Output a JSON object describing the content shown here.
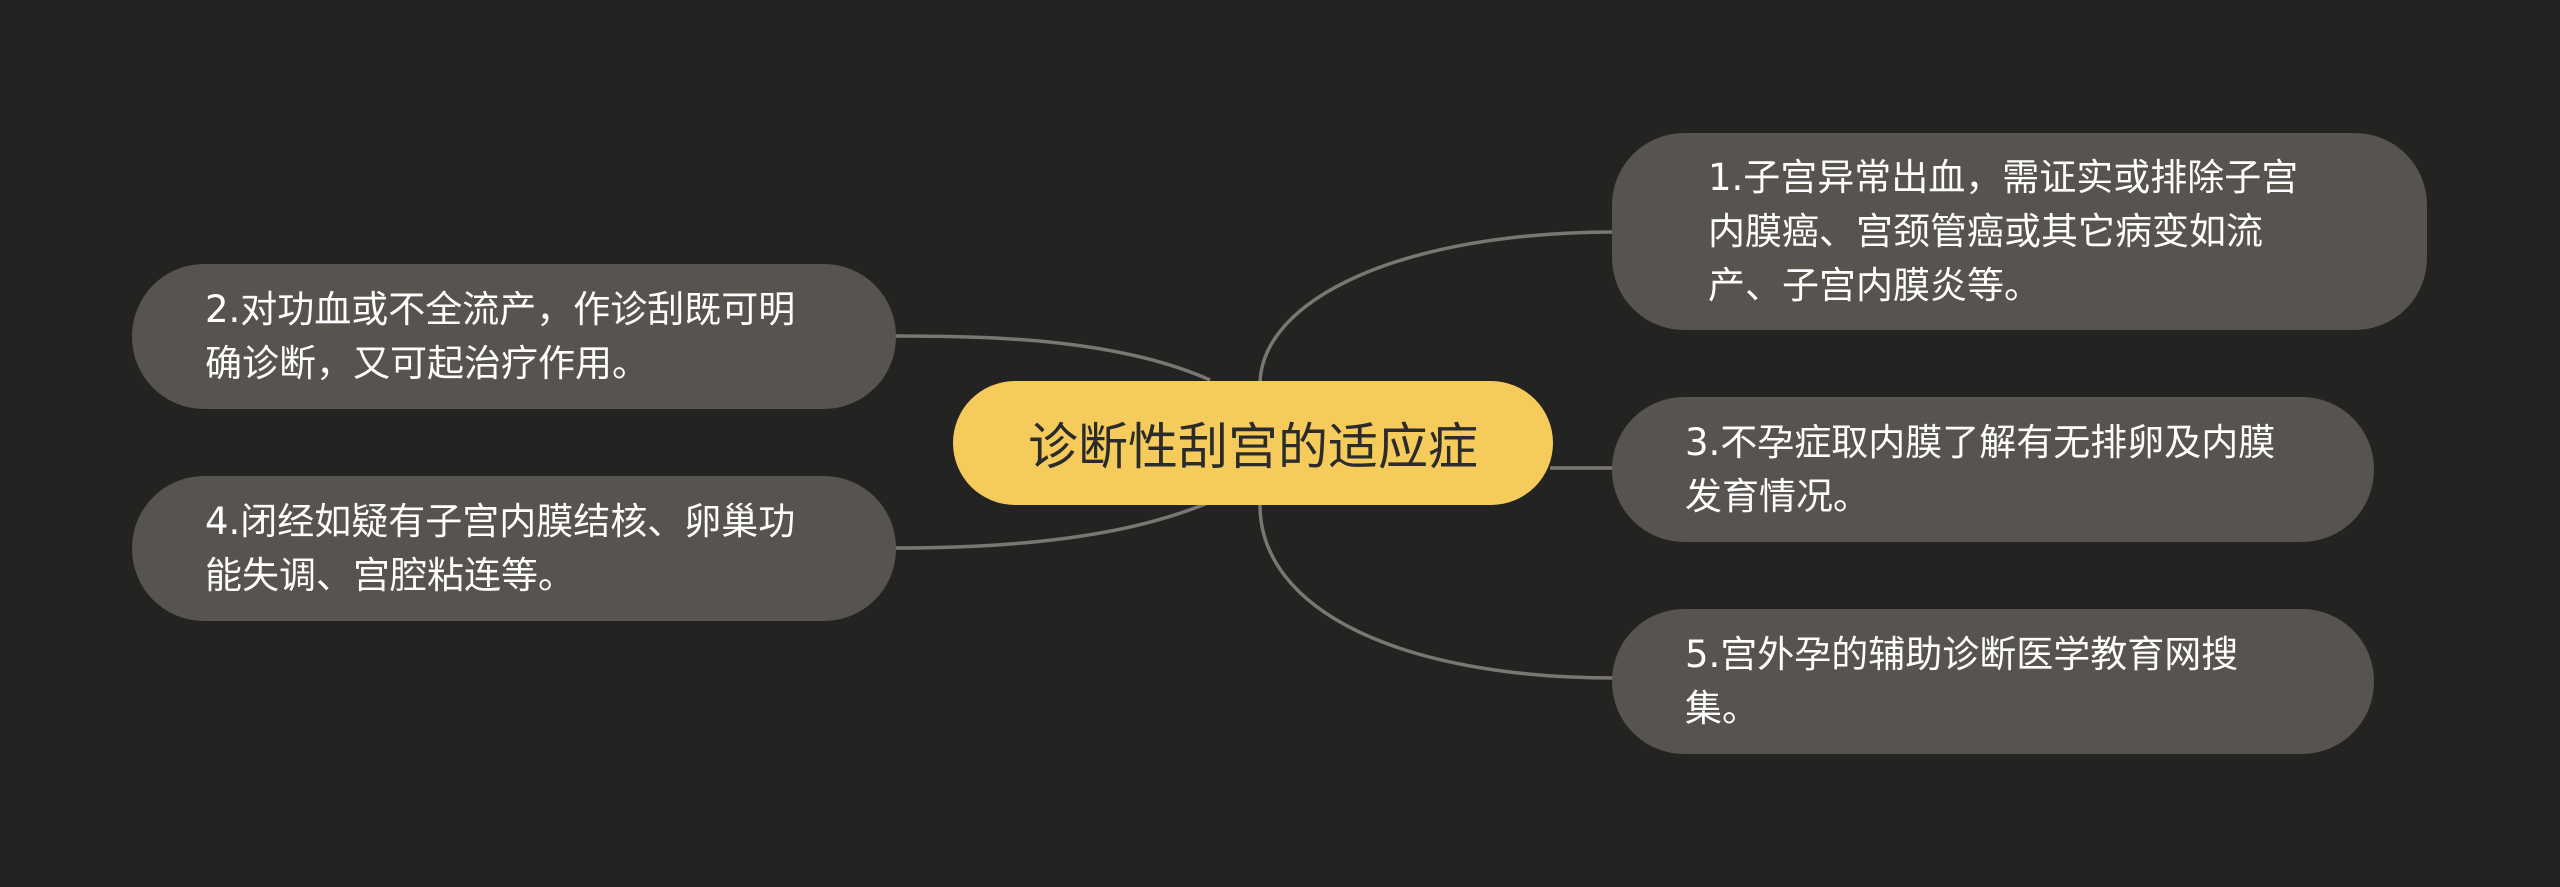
{
  "colors": {
    "background": "#232322",
    "center_fill": "#f5cc5c",
    "node_fill": "#57534f",
    "connector": "#7a7672"
  },
  "mindmap": {
    "center": "诊断性刮宫的适应症",
    "branches": [
      {
        "label": "1.子宫异常出血，需证实或排除子宫内膜癌、宫颈管癌或其它病变如流产、子宫内膜炎等。",
        "side": "right"
      },
      {
        "label": "2.对功血或不全流产，作诊刮既可明确诊断，又可起治疗作用。",
        "side": "left"
      },
      {
        "label": "3.不孕症取内膜了解有无排卵及内膜发育情况。",
        "side": "right"
      },
      {
        "label": "4.闭经如疑有子宫内膜结核、卵巢功能失调、宫腔粘连等。",
        "side": "left"
      },
      {
        "label": "5.宫外孕的辅助诊断医学教育网搜集。",
        "side": "right"
      }
    ]
  }
}
